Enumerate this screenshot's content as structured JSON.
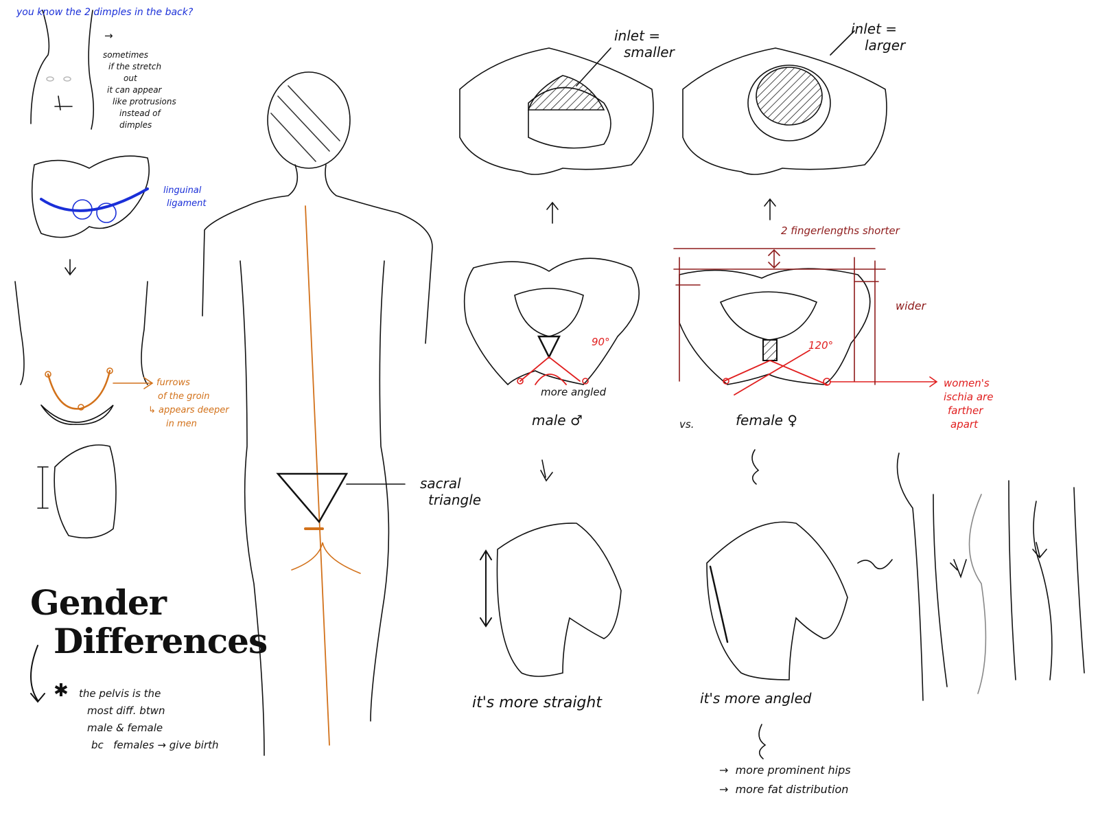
{
  "notes": {
    "dimples_question": "you know the 2 dimples in the back?",
    "arrow": "→",
    "dimples_note": [
      "sometimes",
      "if the stretch",
      "out",
      "it can appear",
      "like protrusions",
      "instead of",
      "dimples"
    ],
    "ligament_label": [
      "linguinal",
      "ligament"
    ],
    "groin_label": [
      "furrows",
      "of the groin",
      "↳ appears deeper",
      "in men"
    ],
    "title": [
      "Gender",
      "Differences"
    ],
    "pelvis_note": [
      "the pelvis is the",
      "most diff. btwn",
      "male & female",
      "bc   females → give birth"
    ],
    "asterisk": "✱",
    "sacral_label": [
      "sacral",
      "triangle"
    ],
    "inlet_male": [
      "inlet =",
      "smaller"
    ],
    "inlet_female": [
      "inlet =",
      "larger"
    ],
    "fingerlengths": "2 fingerlengths shorter",
    "wider": "wider",
    "angle_male": "90°",
    "angle_female": "120°",
    "more_angled_male": "more angled",
    "male_label": "male",
    "vs_label": "vs.",
    "female_label": "female",
    "ischia_note": [
      "women's",
      "ischia are",
      "farther",
      "apart"
    ],
    "more_straight": "it's more straight",
    "more_angled": "it's more angled",
    "consequences": [
      "→  more prominent hips",
      "→  more fat distribution"
    ]
  },
  "colors": {
    "blue": "#1a2fd8",
    "orange": "#d2711a",
    "dark_red": "#8e1b1b",
    "red": "#e01e1e",
    "ink": "#111111"
  }
}
